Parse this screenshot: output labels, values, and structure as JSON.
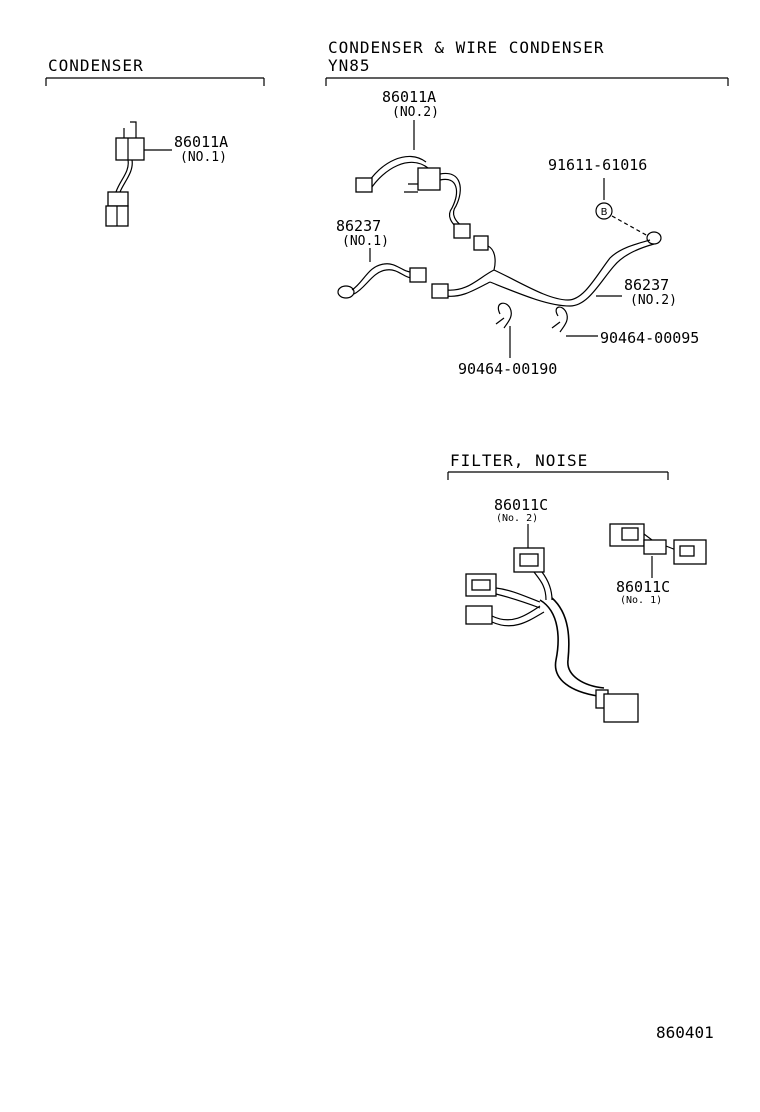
{
  "sections": {
    "condenser": {
      "title": "CONDENSER"
    },
    "wire_condenser": {
      "title": "CONDENSER & WIRE CONDENSER",
      "model": "YN85"
    },
    "filter_noise": {
      "title": "FILTER, NOISE"
    }
  },
  "parts": {
    "p86011a_no1": {
      "number": "86011A",
      "note": "(NO.1)"
    },
    "p86011a_no2": {
      "number": "86011A",
      "note": "(NO.2)"
    },
    "p91611": {
      "number": "91611-61016",
      "symbol": "B"
    },
    "p86237_no1": {
      "number": "86237",
      "note": "(NO.1)"
    },
    "p86237_no2": {
      "number": "86237",
      "note": "(NO.2)"
    },
    "p90464_00095": {
      "number": "90464-00095"
    },
    "p90464_00190": {
      "number": "90464-00190"
    },
    "p86011c_no2": {
      "number": "86011C",
      "note": "(No. 2)"
    },
    "p86011c_no1": {
      "number": "86011C",
      "note": "(No. 1)"
    }
  },
  "figure_id": "860401"
}
